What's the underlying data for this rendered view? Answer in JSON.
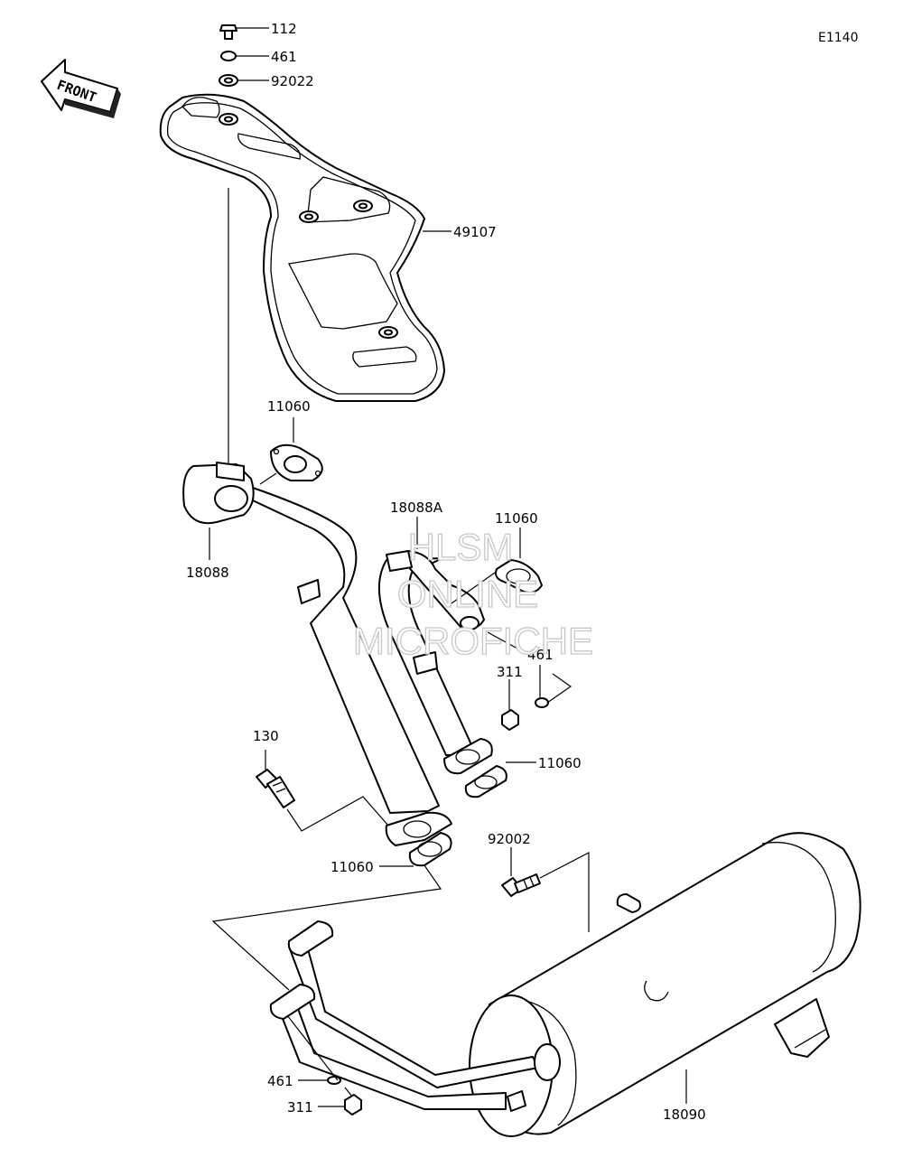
{
  "diagram_code": "E1140",
  "front_label": "FRONT",
  "watermark": [
    "HLSM",
    "ONLINE",
    "MICROFICHE"
  ],
  "colors": {
    "line": "#000000",
    "background": "#ffffff",
    "watermark": "#c8c8c8"
  },
  "callouts": {
    "bolt_112": "112",
    "washer_461_top": "461",
    "washer_92022": "92022",
    "guard_49107": "49107",
    "gasket_11060_a": "11060",
    "pipe_18088": "18088",
    "pipe_18088A": "18088A",
    "gasket_11060_b": "11060",
    "washer_461_mid": "461",
    "nut_311_mid": "311",
    "gasket_11060_c": "11060",
    "bolt_130": "130",
    "gasket_11060_d": "11060",
    "bolt_92002": "92002",
    "washer_461_bot": "461",
    "nut_311_bot": "311",
    "muffler_18090": "18090"
  }
}
